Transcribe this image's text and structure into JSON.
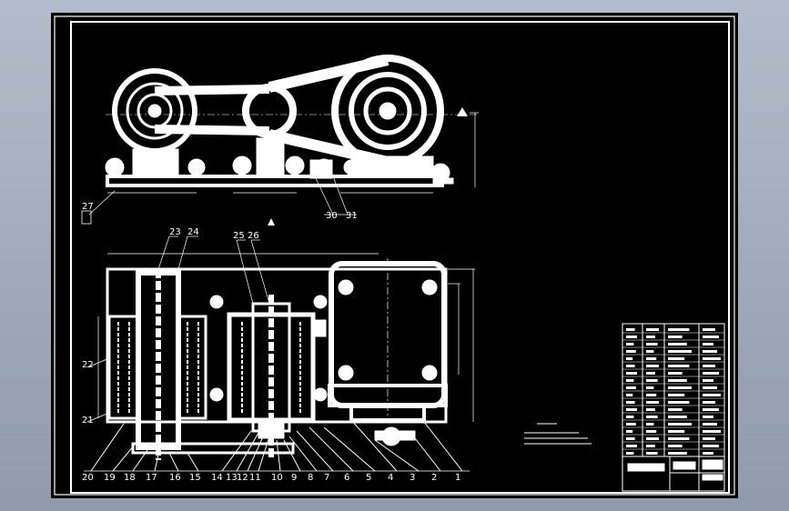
{
  "drawing": {
    "top_view_labels": [
      "27",
      "30",
      "31"
    ],
    "front_view_labels_top": [
      "23",
      "24",
      "25",
      "26"
    ],
    "front_view_labels_left": [
      "22",
      "21"
    ],
    "bottom_labels": [
      "20",
      "19",
      "18",
      "17",
      "16",
      "15",
      "14",
      "13",
      "12",
      "11",
      "10",
      "9",
      "8",
      "7",
      "6",
      "5",
      "4",
      "3",
      "2",
      "1"
    ]
  },
  "colors": {
    "line": "#ffffff",
    "background": "#000000",
    "frame": "#b3bccb"
  }
}
